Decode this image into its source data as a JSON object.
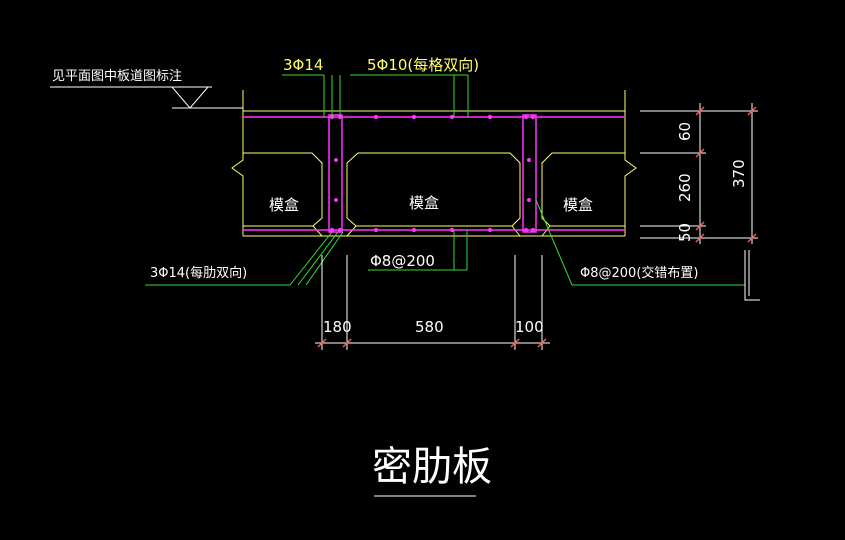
{
  "annotations": {
    "top_left_note": "见平面图中板道图标注",
    "top_rebar_left": "3Φ14",
    "top_rebar_right": "5Φ10(每格双向)",
    "bottom_rebar_left": "3Φ14(每肋双向)",
    "stirrup_middle": "Φ8@200",
    "stirrup_right": "Φ8@200(交错布置)"
  },
  "boxes": {
    "left": "模盒",
    "center": "模盒",
    "right": "模盒"
  },
  "dimensions": {
    "horizontal": [
      "180",
      "580",
      "100"
    ],
    "vertical": [
      "60",
      "260",
      "50"
    ],
    "total": "370"
  },
  "title": "密肋板",
  "colors": {
    "concrete": "#ffff66",
    "rebar": "#ff33ff",
    "leader": "#33dd33",
    "dimension": "#ffffff",
    "dim_tick": "#ff5555"
  }
}
